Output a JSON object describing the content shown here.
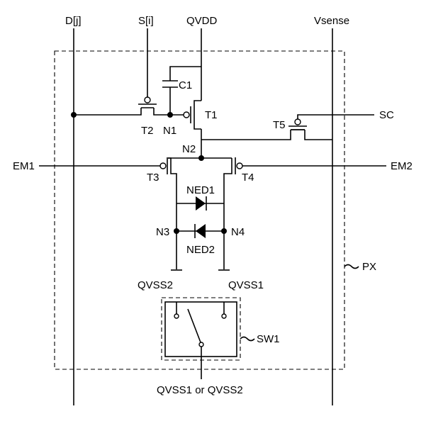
{
  "labels": {
    "dj": "D[j]",
    "si": "S[i]",
    "qvdd": "QVDD",
    "vsense": "Vsense",
    "c1": "C1",
    "t1": "T1",
    "t2": "T2",
    "n1": "N1",
    "t5": "T5",
    "sc": "SC",
    "n2": "N2",
    "em1": "EM1",
    "em2": "EM2",
    "t3": "T3",
    "t4": "T4",
    "ned1": "NED1",
    "n3": "N3",
    "n4": "N4",
    "ned2": "NED2",
    "px": "PX",
    "qvss2": "QVSS2",
    "qvss1": "QVSS1",
    "sw1": "SW1",
    "bottom": "QVSS1 or QVSS2"
  }
}
